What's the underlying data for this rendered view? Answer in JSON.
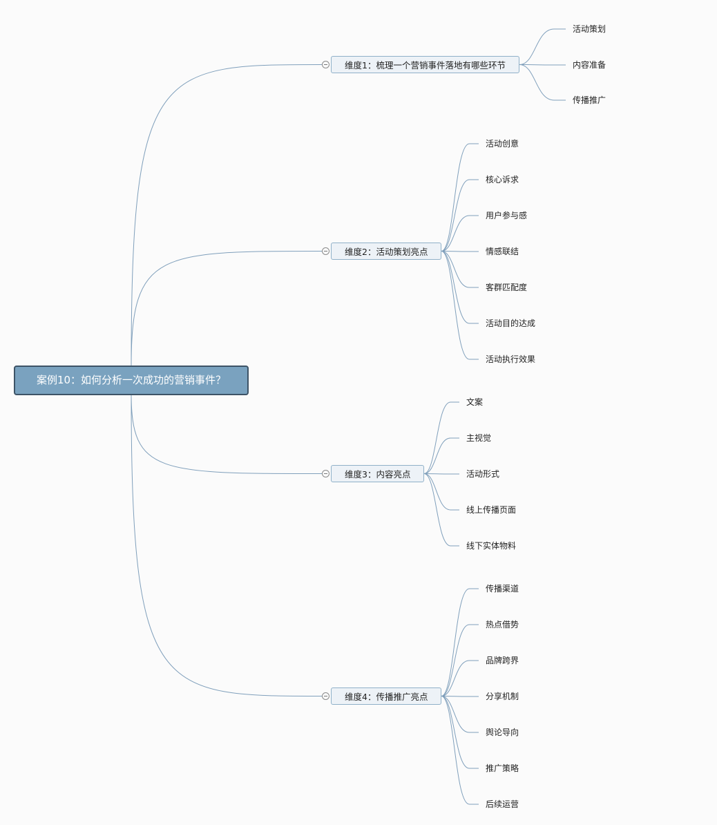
{
  "root": {
    "label": "案例10：如何分析一次成功的营销事件？"
  },
  "branches": [
    {
      "label": "维度1：梳理一个营销事件落地有哪些环节",
      "children": [
        "活动策划",
        "内容准备",
        "传播推广"
      ]
    },
    {
      "label": "维度2：活动策划亮点",
      "children": [
        "活动创意",
        "核心诉求",
        "用户参与感",
        "情感联结",
        "客群匹配度",
        "活动目的达成",
        "活动执行效果"
      ]
    },
    {
      "label": "维度3：内容亮点",
      "children": [
        "文案",
        "主视觉",
        "活动形式",
        "线上传播页面",
        "线下实体物料"
      ]
    },
    {
      "label": "维度4：传播推广亮点",
      "children": [
        "传播渠道",
        "热点借势",
        "品牌跨界",
        "分享机制",
        "舆论导向",
        "推广策略",
        "后续运营"
      ]
    }
  ],
  "colors": {
    "line": "#7f9fbb",
    "root_fill": "#7aa2bf",
    "root_border": "#3d5366",
    "branch_fill": "#edf2f7"
  }
}
